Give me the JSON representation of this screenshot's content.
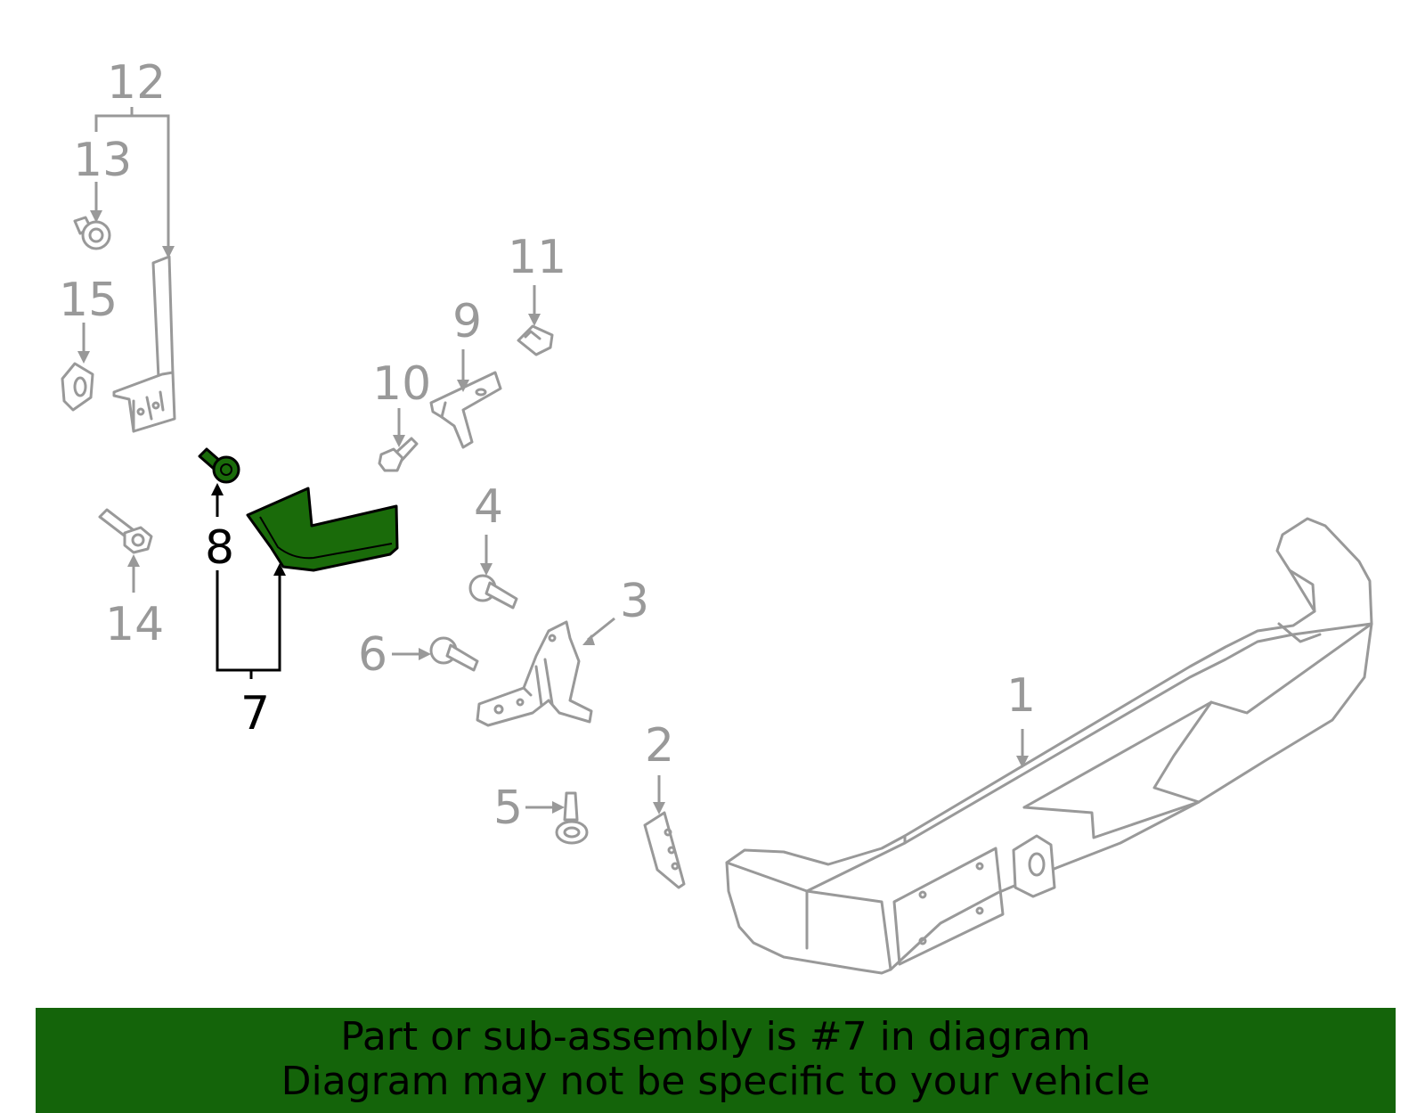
{
  "callouts": {
    "c1": "1",
    "c2": "2",
    "c3": "3",
    "c4": "4",
    "c5": "5",
    "c6": "6",
    "c7": "7",
    "c8": "8",
    "c9": "9",
    "c10": "10",
    "c11": "11",
    "c12": "12",
    "c13": "13",
    "c14": "14",
    "c15": "15"
  },
  "highlighted_part": "7",
  "colors": {
    "highlight_fill": "#1a6b0a",
    "banner_bg": "#14640a",
    "part_stroke": "#999999"
  },
  "footer": {
    "line1": "Part or sub-assembly is #7 in diagram",
    "line2": "Diagram may not be specific to your vehicle"
  }
}
